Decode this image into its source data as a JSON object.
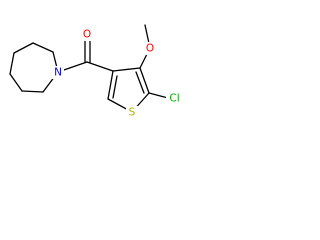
{
  "molecule": {
    "atoms": {
      "oxygen_carbonyl": {
        "symbol": "O"
      },
      "nitrogen_ring": {
        "symbol": "N"
      },
      "oxygen_methoxy": {
        "symbol": "O"
      },
      "sulfur_ring": {
        "symbol": "S"
      },
      "chlorine": {
        "symbol": "Cl"
      }
    },
    "colors": {
      "bond": "#000000",
      "O": "#ff0000",
      "N": "#0000ff",
      "S": "#b2b200",
      "Cl": "#00b000"
    }
  }
}
